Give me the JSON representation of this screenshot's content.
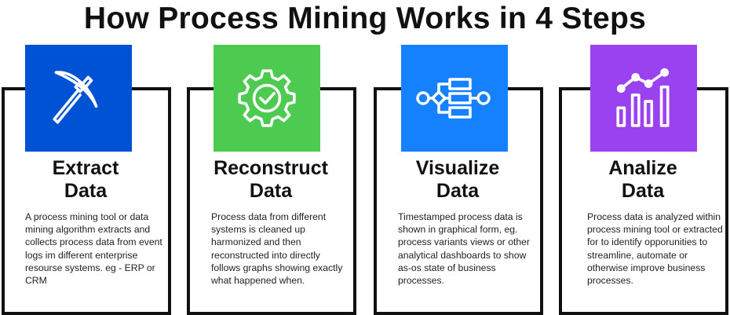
{
  "title": "How Process Mining Works in 4 Steps",
  "steps": [
    {
      "icon": "pickaxe-icon",
      "color": "#0052d4",
      "heading_line1": "Extract",
      "heading_line2": "Data",
      "description": "A process mining tool or data mining algorithm extracts and collects process data from event logs im different enterprise resourse systems. eg - ERP or CRM"
    },
    {
      "icon": "gear-check-icon",
      "color": "#4ccb50",
      "heading_line1": "Reconstruct",
      "heading_line2": "Data",
      "description": "Process data from different systems is cleaned up harmonized and then reconstructed into directly follows graphs showing exactly what happened when."
    },
    {
      "icon": "process-flow-icon",
      "color": "#1581ff",
      "heading_line1": "Visualize",
      "heading_line2": "Data",
      "description": "Timestamped process data is shown in graphical form, eg. process variants views or other analytical dashboards to show as-os state of business processes."
    },
    {
      "icon": "bar-line-chart-icon",
      "color": "#9b42f0",
      "heading_line1": "Analize",
      "heading_line2": "Data",
      "description": "Process data is analyzed within process mining tool or extracted for to identify opporunities to streamline, automate or otherwise improve business processes."
    }
  ]
}
